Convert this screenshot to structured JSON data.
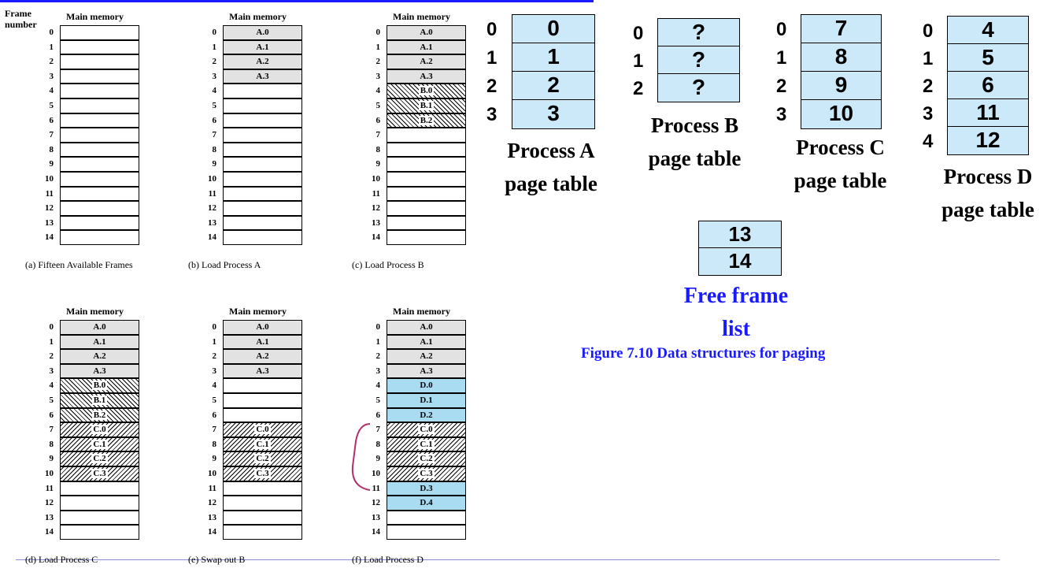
{
  "frame_number_label": "Frame\nnumber",
  "memory_title": "Main memory",
  "frame_numbers": [
    "0",
    "1",
    "2",
    "3",
    "4",
    "5",
    "6",
    "7",
    "8",
    "9",
    "10",
    "11",
    "12",
    "13",
    "14"
  ],
  "panels": [
    {
      "caption": "(a) Fifteen Available Frames",
      "frames": [
        "",
        "",
        "",
        "",
        "",
        "",
        "",
        "",
        "",
        "",
        "",
        "",
        "",
        "",
        ""
      ]
    },
    {
      "caption": "(b) Load Process A",
      "frames": [
        "A.0",
        "A.1",
        "A.2",
        "A.3",
        "",
        "",
        "",
        "",
        "",
        "",
        "",
        "",
        "",
        "",
        ""
      ]
    },
    {
      "caption": "(c) Load Process B",
      "frames": [
        "A.0",
        "A.1",
        "A.2",
        "A.3",
        "B.0",
        "B.1",
        "B.2",
        "",
        "",
        "",
        "",
        "",
        "",
        "",
        ""
      ]
    },
    {
      "caption": "(d) Load Process C",
      "frames": [
        "A.0",
        "A.1",
        "A.2",
        "A.3",
        "B.0",
        "B.1",
        "B.2",
        "C.0",
        "C.1",
        "C.2",
        "C.3",
        "",
        "",
        "",
        ""
      ]
    },
    {
      "caption": "(e) Swap out B",
      "frames": [
        "A.0",
        "A.1",
        "A.2",
        "A.3",
        "",
        "",
        "",
        "C.0",
        "C.1",
        "C.2",
        "C.3",
        "",
        "",
        "",
        ""
      ]
    },
    {
      "caption": "(f) Load Process D",
      "frames": [
        "A.0",
        "A.1",
        "A.2",
        "A.3",
        "D.0",
        "D.1",
        "D.2",
        "C.0",
        "C.1",
        "C.2",
        "C.3",
        "D.3",
        "D.4",
        "",
        ""
      ]
    }
  ],
  "page_tables": [
    {
      "label_line1": "Process  A",
      "label_line2": "page table",
      "indices": [
        "0",
        "1",
        "2",
        "3"
      ],
      "frames": [
        "0",
        "1",
        "2",
        "3"
      ]
    },
    {
      "label_line1": "Process B",
      "label_line2": "page table",
      "indices": [
        "0",
        "1",
        "2"
      ],
      "frames": [
        "?",
        "?",
        "?"
      ]
    },
    {
      "label_line1": "Process C",
      "label_line2": "page table",
      "indices": [
        "0",
        "1",
        "2",
        "3"
      ],
      "frames": [
        "7",
        "8",
        "9",
        "10"
      ]
    },
    {
      "label_line1": "Process D",
      "label_line2": "page table",
      "indices": [
        "0",
        "1",
        "2",
        "3",
        "4"
      ],
      "frames": [
        "4",
        "5",
        "6",
        "11",
        "12"
      ]
    }
  ],
  "free_frame_list": {
    "frames": [
      "13",
      "14"
    ],
    "label_line1": "Free frame",
    "label_line2": "list"
  },
  "figure_caption": "Figure 7.10 Data structures for paging",
  "colors": {
    "accent_blue": "#1a1aff",
    "process_a": "#e2e2e2",
    "process_d": "#a9dbf1",
    "page_table_cell": "#cbe9f8",
    "bracket": "#b0306a"
  }
}
